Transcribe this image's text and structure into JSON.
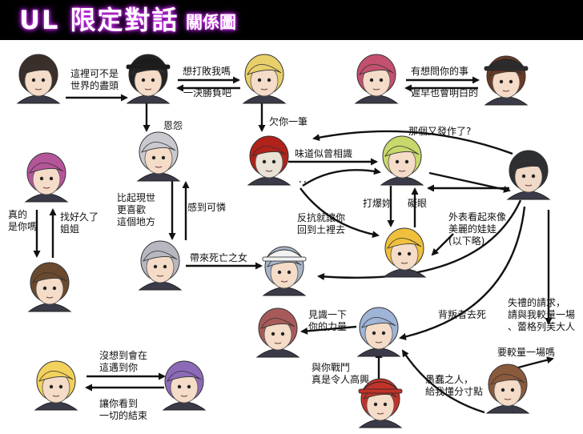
{
  "title": {
    "main": "UL 限定對話",
    "sub": "關係圖"
  },
  "colors": {
    "background": "#ffffff",
    "header": "#000000",
    "title_glow": "#c030e0",
    "arrow": "#111111"
  },
  "characters": [
    {
      "name": "char-dark-haired-man",
      "hair": "#3b2f2a",
      "skin": "#f4dcc8",
      "hat": null
    },
    {
      "name": "char-officer-cap",
      "hair": "#222222",
      "skin": "#f4dcc8",
      "hat": "#1c1c1c"
    },
    {
      "name": "char-blonde-eyepatch",
      "hair": "#e8cf6a",
      "skin": "#f4dcc8",
      "hat": null
    },
    {
      "name": "char-red-twin-tails",
      "hair": "#c2506e",
      "skin": "#f4dcc8",
      "hat": null
    },
    {
      "name": "char-fedora-man",
      "hair": "#6b3a26",
      "skin": "#f4dcc8",
      "hat": "#2c2c2c"
    },
    {
      "name": "char-silver-hair",
      "hair": "#c9c9cf",
      "skin": "#f4dcc8",
      "hat": null
    },
    {
      "name": "char-red-hood-mask",
      "hair": "#b0221a",
      "skin": "#e9e2d5",
      "hat": null
    },
    {
      "name": "char-green-blonde-girl",
      "hair": "#c8d86a",
      "skin": "#f4dcc8",
      "hat": null
    },
    {
      "name": "char-hooded-man",
      "hair": "#2d2f33",
      "skin": "#f0d9c6",
      "hat": null
    },
    {
      "name": "char-pink-catgirl",
      "hair": "#b5559a",
      "skin": "#f4dcc8",
      "hat": null
    },
    {
      "name": "char-grey-haired-man",
      "hair": "#b7b7c0",
      "skin": "#f4dcc8",
      "hat": null
    },
    {
      "name": "char-blonde-red-bow-girl",
      "hair": "#f0c03c",
      "skin": "#f4dcc8",
      "hat": null
    },
    {
      "name": "char-white-hat-woman",
      "hair": "#aab6c8",
      "skin": "#f4dcc8",
      "hat": "#f2f2f2"
    },
    {
      "name": "char-brown-spiky-boy",
      "hair": "#6a4a2e",
      "skin": "#f4dcc8",
      "hat": null
    },
    {
      "name": "char-brown-haired-girl",
      "hair": "#a85a5a",
      "skin": "#f4dcc8",
      "hat": null
    },
    {
      "name": "char-blue-haired-girl",
      "hair": "#9fb4d6",
      "skin": "#f4dcc8",
      "hat": null
    },
    {
      "name": "char-blonde-long-hair",
      "hair": "#f2d25c",
      "skin": "#f4dcc8",
      "hat": null
    },
    {
      "name": "char-purple-hair-girl",
      "hair": "#8c6ab8",
      "skin": "#f4dcc8",
      "hat": null
    },
    {
      "name": "char-red-beanie-goggles",
      "hair": "#c0332a",
      "skin": "#f4dcc8",
      "hat": "#c0332a"
    },
    {
      "name": "char-brown-long-hair-woman",
      "hair": "#8a5a3c",
      "skin": "#f4dcc8",
      "hat": null
    }
  ],
  "labels": [
    {
      "name": "label-world-end",
      "lines": [
        "這裡可不是",
        "世界的盡頭"
      ]
    },
    {
      "name": "label-want-defeat",
      "lines": [
        "想打敗我嗎"
      ]
    },
    {
      "name": "label-decisive",
      "lines": [
        "一決勝負吧"
      ]
    },
    {
      "name": "label-want-ask",
      "lines": [
        "有想問你的事"
      ]
    },
    {
      "name": "label-know-later",
      "lines": [
        "遲早也會明白的"
      ]
    },
    {
      "name": "label-grudge",
      "lines": [
        "恩怨"
      ]
    },
    {
      "name": "label-owe-you",
      "lines": [
        "欠你一筆"
      ]
    },
    {
      "name": "label-fit-again",
      "lines": [
        "那個又發作了?"
      ]
    },
    {
      "name": "label-familiar-taste",
      "lines": [
        "味道似曾相識"
      ]
    },
    {
      "name": "label-dots",
      "lines": [
        "．．．"
      ]
    },
    {
      "name": "label-beat-you",
      "lines": [
        "打爆妳"
      ]
    },
    {
      "name": "label-annoying",
      "lines": [
        "礙眼"
      ]
    },
    {
      "name": "label-prefer-here",
      "lines": [
        "比起現世",
        "更喜歡",
        "這個地方"
      ]
    },
    {
      "name": "label-pitiful",
      "lines": [
        "感到可憐"
      ]
    },
    {
      "name": "label-resist",
      "lines": [
        "反抗就讓你",
        "回到土裡去"
      ]
    },
    {
      "name": "label-looks-doll",
      "lines": [
        "外表看起來像",
        "美麗的娃娃",
        "(以下略)"
      ]
    },
    {
      "name": "label-really-you",
      "lines": [
        "真的",
        "是你嗎"
      ]
    },
    {
      "name": "label-long-search",
      "lines": [
        "找好久了",
        "姐姐"
      ]
    },
    {
      "name": "label-death-woman",
      "lines": [
        "帶來死亡之女"
      ]
    },
    {
      "name": "label-rude-request",
      "lines": [
        "失禮的請求，",
        "請與我較量一場",
        "、蕾格列芙大人"
      ]
    },
    {
      "name": "label-traitor-die",
      "lines": [
        "背叛者去死"
      ]
    },
    {
      "name": "label-see-power",
      "lines": [
        "見識一下",
        "你的力量"
      ]
    },
    {
      "name": "label-want-duel",
      "lines": [
        "要較量一場嗎"
      ]
    },
    {
      "name": "label-never-thought",
      "lines": [
        "沒想到會在",
        "這遇到你"
      ]
    },
    {
      "name": "label-fight-happy",
      "lines": [
        "與你戰鬥",
        "真是令人高興"
      ]
    },
    {
      "name": "label-fool",
      "lines": [
        "愚蠢之人，",
        "給我懂分寸點"
      ]
    },
    {
      "name": "label-see-end",
      "lines": [
        "讓你看到",
        "一切的結束"
      ]
    }
  ]
}
